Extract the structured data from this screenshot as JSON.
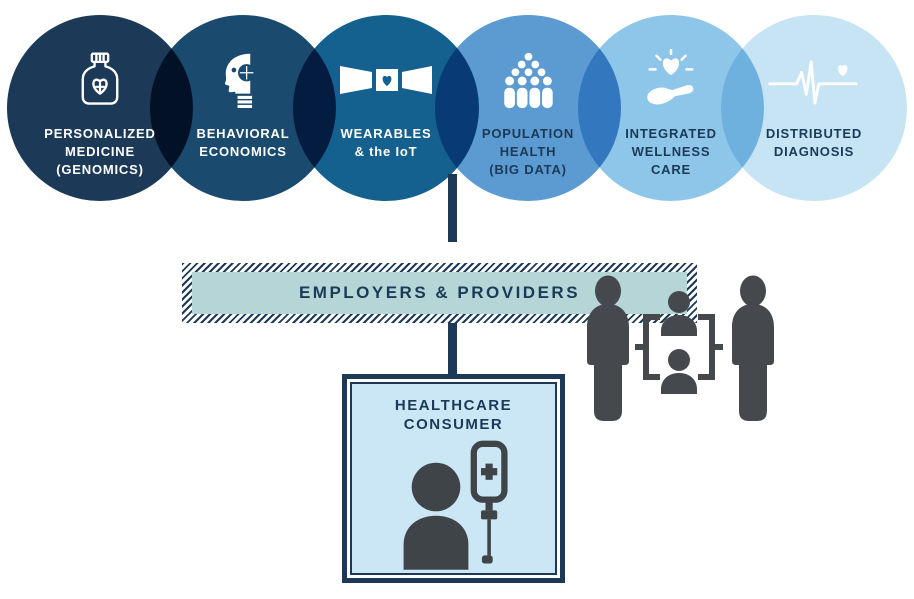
{
  "diagram": {
    "circles": [
      {
        "name": "personalized-medicine",
        "icon": "medicine-bottle-icon",
        "color": "#1c3a57",
        "label_color": "#ffffff",
        "lines": [
          "PERSONALIZED",
          "MEDICINE",
          "(GENOMICS)"
        ]
      },
      {
        "name": "behavioral-economics",
        "icon": "head-profile-icon",
        "color": "#1b4a6f",
        "label_color": "#ffffff",
        "lines": [
          "BEHAVIORAL",
          "ECONOMICS"
        ]
      },
      {
        "name": "wearables-iot",
        "icon": "wearable-band-icon",
        "color": "#14608f",
        "label_color": "#ffffff",
        "lines": [
          "WEARABLES",
          "& the IoT"
        ]
      },
      {
        "name": "population-health",
        "icon": "population-icon",
        "color": "#5b9bd1",
        "label_color": "#1c3a57",
        "lines": [
          "POPULATION",
          "HEALTH",
          "(BIG DATA)"
        ]
      },
      {
        "name": "integrated-wellness-care",
        "icon": "hand-heart-icon",
        "color": "#8ec6e9",
        "label_color": "#1c3a57",
        "lines": [
          "INTEGRATED",
          "WELLNESS",
          "CARE"
        ]
      },
      {
        "name": "distributed-diagnosis",
        "icon": "ekg-heartbeat-icon",
        "color": "#c6e4f3",
        "label_color": "#1c3a57",
        "lines": [
          "DISTRIBUTED",
          "DIAGNOSIS"
        ]
      }
    ],
    "employers_banner": {
      "label": "EMPLOYERS & PROVIDERS",
      "fill": "#b6d5d7",
      "hatch_color": "#1c3a57",
      "text_color": "#1c3a57"
    },
    "consumer_card": {
      "lines": [
        "HEALTHCARE",
        "CONSUMER"
      ],
      "fill": "#cbe7f5",
      "border_color": "#1c3a57",
      "text_color": "#1c3a57"
    },
    "connector_color": "#1c3a57",
    "silhouette_color": "#45494e",
    "people_illustration": "two-people-flanking-bracketed-portraits"
  }
}
